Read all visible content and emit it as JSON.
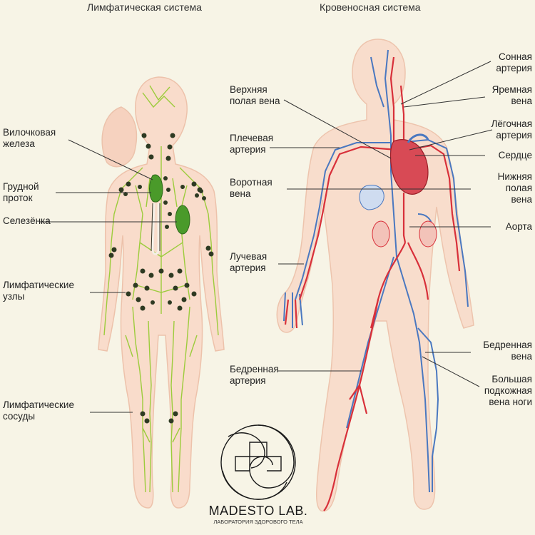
{
  "titles": {
    "lymph": "Лимфатическая система",
    "blood": "Кровеносная система"
  },
  "left_labels": {
    "thymus": [
      "Вилочковая",
      "железа"
    ],
    "duct": [
      "Грудной",
      "проток"
    ],
    "spleen": [
      "Селезёнка"
    ],
    "nodes": [
      "Лимфатические",
      "узлы"
    ],
    "vessels": [
      "Лимфатические",
      "сосуды"
    ]
  },
  "mid_labels": {
    "svc": [
      "Верхняя",
      "полая вена"
    ],
    "brachial": [
      "Плечевая",
      "артерия"
    ],
    "portal": [
      "Воротная",
      "вена"
    ],
    "radial": [
      "Лучевая",
      "артерия"
    ],
    "femoral_artery": [
      "Бедренная",
      "артерия"
    ]
  },
  "right_labels": {
    "carotid": [
      "Сонная",
      "артерия"
    ],
    "jugular": [
      "Яремная",
      "вена"
    ],
    "pulmonary": [
      "Лёгочная",
      "артерия"
    ],
    "heart": [
      "Сердце"
    ],
    "ivc": [
      "Нижняя",
      "полая",
      "вена"
    ],
    "aorta": [
      "Аорта"
    ],
    "femoral_vein": [
      "Бедренная",
      "вена"
    ],
    "saphenous": [
      "Большая",
      "подкожная",
      "вена ноги"
    ]
  },
  "logo": {
    "name": "MADESTO LAB.",
    "tagline": "ЛАБОРАТОРИЯ ЗДОРОВОГО ТЕЛА"
  },
  "colors": {
    "skin": "#f9dccb",
    "skin_edge": "#edc2ab",
    "lymph_vessel": "#9ccc3c",
    "lymph_node": "#2e3a22",
    "lymph_organ": "#4a9a2a",
    "artery": "#d8303a",
    "vein": "#4a78c0",
    "heart": "#d84a55"
  }
}
